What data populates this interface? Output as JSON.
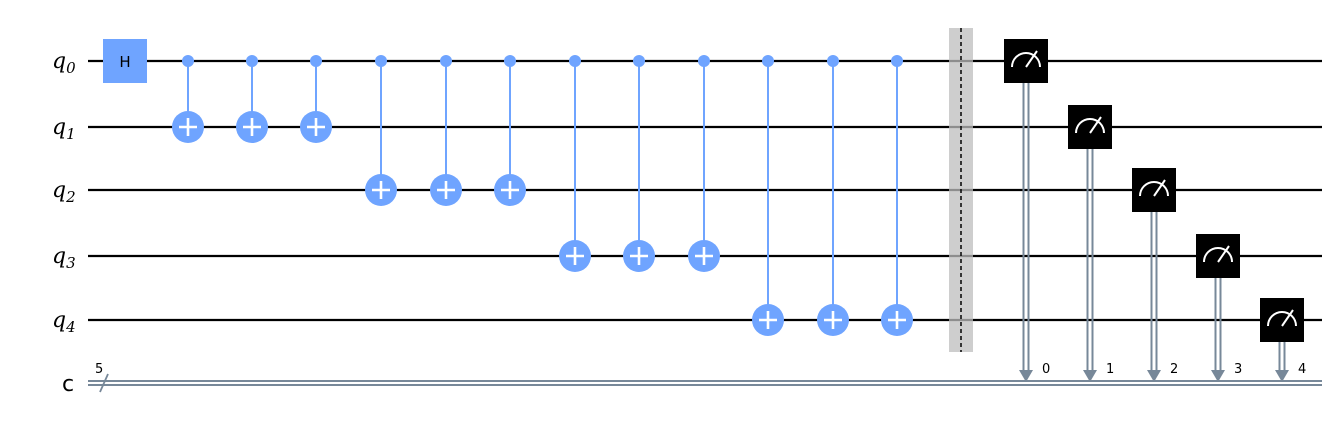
{
  "qubits": [
    {
      "label": "q",
      "sub": "0"
    },
    {
      "label": "q",
      "sub": "1"
    },
    {
      "label": "q",
      "sub": "2"
    },
    {
      "label": "q",
      "sub": "3"
    },
    {
      "label": "q",
      "sub": "4"
    }
  ],
  "classical": {
    "label": "c",
    "size": "5",
    "bits": [
      "0",
      "1",
      "2",
      "3",
      "4"
    ]
  },
  "gates": {
    "hadamard": {
      "label": "H",
      "qubit": 0
    },
    "cnots": [
      {
        "control": 0,
        "target": 1
      },
      {
        "control": 0,
        "target": 1
      },
      {
        "control": 0,
        "target": 1
      },
      {
        "control": 0,
        "target": 2
      },
      {
        "control": 0,
        "target": 2
      },
      {
        "control": 0,
        "target": 2
      },
      {
        "control": 0,
        "target": 3
      },
      {
        "control": 0,
        "target": 3
      },
      {
        "control": 0,
        "target": 3
      },
      {
        "control": 0,
        "target": 4
      },
      {
        "control": 0,
        "target": 4
      },
      {
        "control": 0,
        "target": 4
      }
    ],
    "barrier": true,
    "measures": [
      {
        "qubit": 0,
        "clbit": 0
      },
      {
        "qubit": 1,
        "clbit": 1
      },
      {
        "qubit": 2,
        "clbit": 2
      },
      {
        "qubit": 3,
        "clbit": 3
      },
      {
        "qubit": 4,
        "clbit": 4
      }
    ]
  },
  "colors": {
    "gate": "#6fa4ff",
    "measure": "#000000",
    "classical_wire": "#778899",
    "barrier": "#bdbdbd"
  }
}
